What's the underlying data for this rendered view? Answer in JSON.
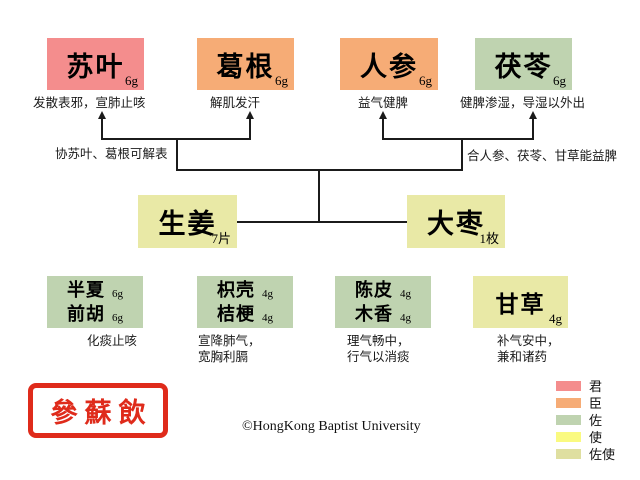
{
  "stamp": {
    "text": "參蘇飲",
    "color": "#DF2B1B"
  },
  "copyright": "©HongKong Baptist University",
  "colors": {
    "jun": "#F48D8D",
    "chen": "#F6AC76",
    "zuo": "#BFD3B0",
    "shi": "#FAFA80",
    "zuoshi": "#E9E9A6",
    "line": "#1B1B1B"
  },
  "top_row": [
    {
      "name": "苏叶",
      "dose": "6g",
      "role": "君",
      "caption": "发散表邪，宣肺止咳"
    },
    {
      "name": "葛根",
      "dose": "6g",
      "role": "臣",
      "caption": "解肌发汗"
    },
    {
      "name": "人参",
      "dose": "6g",
      "role": "臣",
      "caption": "益气健脾"
    },
    {
      "name": "茯苓",
      "dose": "6g",
      "role": "佐",
      "caption": "健脾渗湿，导湿以外出"
    }
  ],
  "annotations": {
    "left": "协苏叶、葛根可解表",
    "right": "合人参、茯苓、甘草能益脾"
  },
  "middle_row": [
    {
      "name": "生姜",
      "dose": "7片",
      "role": "佐使"
    },
    {
      "name": "大枣",
      "dose": "1枚",
      "role": "佐使"
    }
  ],
  "bottom_row": [
    {
      "herbs": [
        {
          "name": "半夏",
          "dose": "6g"
        },
        {
          "name": "前胡",
          "dose": "6g"
        }
      ],
      "role": "佐",
      "caption_lines": [
        "化痰止咳"
      ]
    },
    {
      "herbs": [
        {
          "name": "枳壳",
          "dose": "4g"
        },
        {
          "name": "桔梗",
          "dose": "4g"
        }
      ],
      "role": "佐",
      "caption_lines": [
        "宣降肺气，",
        "宽胸利膈"
      ]
    },
    {
      "herbs": [
        {
          "name": "陈皮",
          "dose": "4g"
        },
        {
          "name": "木香",
          "dose": "4g"
        }
      ],
      "role": "佐",
      "caption_lines": [
        "理气畅中，",
        "行气以消痰"
      ]
    },
    {
      "herbs": [
        {
          "name": "甘草",
          "dose": "4g"
        }
      ],
      "role": "佐使",
      "caption_lines": [
        "补气安中，",
        "兼和诸药"
      ]
    }
  ],
  "legend": [
    {
      "label": "君",
      "color": "#F48D8D"
    },
    {
      "label": "臣",
      "color": "#F6AC76"
    },
    {
      "label": "佐",
      "color": "#BFD3B0"
    },
    {
      "label": "使",
      "color": "#FAFA80"
    },
    {
      "label": "佐使",
      "color": "#DFDFA0"
    }
  ]
}
